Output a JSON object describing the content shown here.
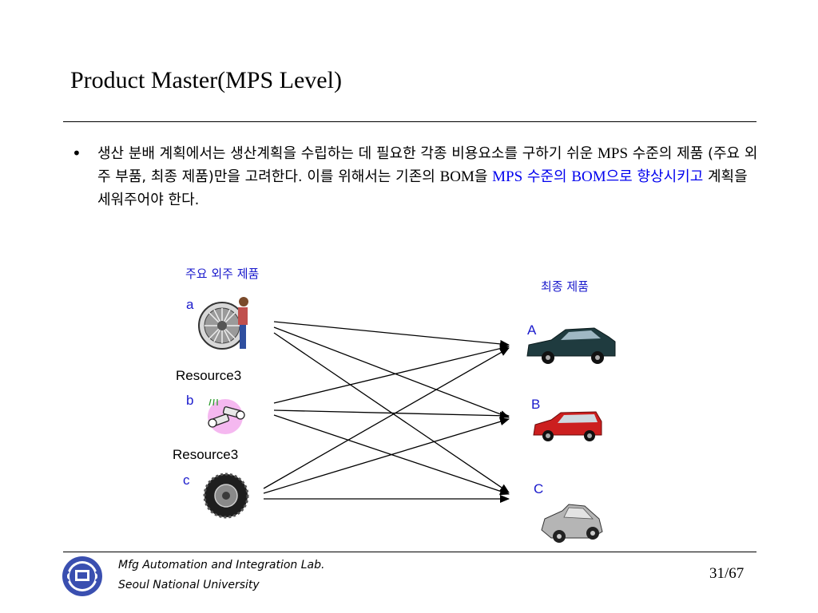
{
  "slide": {
    "title": "Product Master(MPS Level)",
    "bullet_marker": "•",
    "bullet_parts": {
      "p1": "생산 분배 계획에서는 생산계획을 수립하는 데 필요한 각종 비용요소를 구하기 쉬운 ",
      "p2": "MPS",
      "p3": " 수준의 제품 (주요 외주 부품, 최종 제품)만을 고려한다. 이를 위해서는 기존의 ",
      "p4": "BOM",
      "p5": "을 ",
      "p6": "MPS",
      "p7": " 수준의 ",
      "p8": "BOM",
      "p9": "으로 향상시키고",
      "p10": " 계획을 세워주어야 한다."
    }
  },
  "diagram": {
    "left_header": "주요 외주 제품",
    "right_header": "최종 제품",
    "parts": [
      {
        "id": "a",
        "label": "a",
        "icon": "turbine-engine-icon"
      },
      {
        "id": "b",
        "label": "b",
        "icon": "bolts-icon"
      },
      {
        "id": "c",
        "label": "c",
        "icon": "tire-icon"
      }
    ],
    "resource_labels": [
      "Resource3",
      "Resource3"
    ],
    "products": [
      {
        "id": "A",
        "label": "A",
        "icon": "dark-sedan-icon"
      },
      {
        "id": "B",
        "label": "B",
        "icon": "red-minivan-icon"
      },
      {
        "id": "C",
        "label": "C",
        "icon": "silver-sedan-icon"
      }
    ],
    "connections": [
      [
        "a",
        "A"
      ],
      [
        "a",
        "B"
      ],
      [
        "a",
        "C"
      ],
      [
        "b",
        "A"
      ],
      [
        "b",
        "B"
      ],
      [
        "b",
        "C"
      ],
      [
        "c",
        "A"
      ],
      [
        "c",
        "B"
      ],
      [
        "c",
        "C"
      ]
    ],
    "colors": {
      "label_blue": "#1a1acc",
      "highlight_blue": "#0000ee"
    }
  },
  "footer": {
    "lab": "Mfg Automation and Integration Lab.",
    "university": "Seoul National University",
    "page": "31/67",
    "logo_icon": "snu-emblem-icon"
  }
}
